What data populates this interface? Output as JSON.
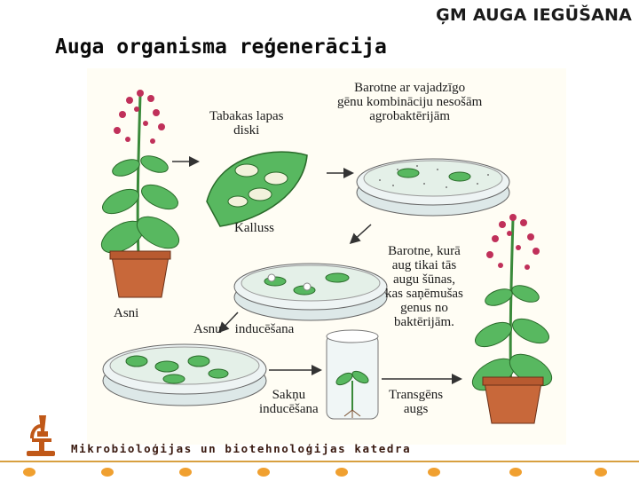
{
  "header": {
    "topic": "ĢM AUGA IEGŪŠANA"
  },
  "slide": {
    "title": "Auga organisma reģenerācija"
  },
  "figure": {
    "labels": {
      "leaf_discs": "Tabakas lapas\ndiski",
      "medium_agro": "Barotne ar vajadzīgo\ngēnu kombināciju nesošām\nagrobaktērijām",
      "callus": "Kalluss",
      "medium_selection": "Barotne, kurā\naug tikai tās\naugu šūnas,\nkas saņēmušas\ngenus no\nbaktērijām.",
      "sprouts": "Asni",
      "shoot_induction": "Asnu    inducēšana",
      "root_induction": "Sakņu\ninducēšana",
      "transgenic": "Transgēns\naugs"
    }
  },
  "footer": {
    "department": "Mikrobioloģijas un biotehnoloģijas katedra"
  },
  "colors": {
    "leaf": "#58b860",
    "pot": "#c8683a",
    "flower": "#c0305a",
    "accent": "#f0a030"
  }
}
